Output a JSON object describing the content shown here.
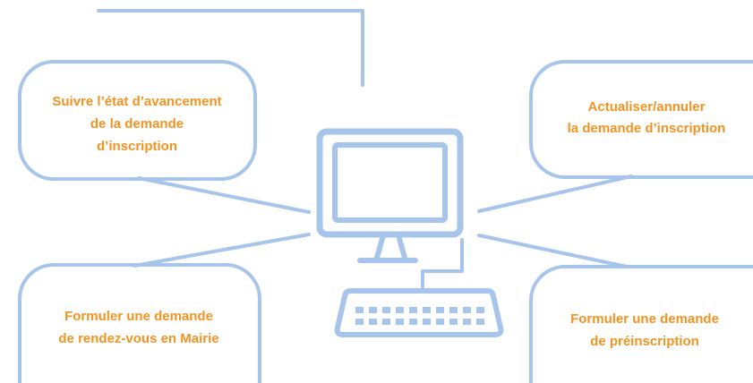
{
  "colors": {
    "line": "#a7c4ea",
    "text": "#f39322",
    "background": "#ffffff"
  },
  "icons": {
    "center": "desktop-computer-icon",
    "keyboard": "keyboard-icon"
  },
  "callouts": {
    "top_left": {
      "lines": [
        "Suivre l’état d’avancement",
        "de la demande",
        "d’inscription"
      ]
    },
    "top_right": {
      "lines": [
        "Actualiser/annuler",
        "la demande d’inscription"
      ]
    },
    "bottom_left": {
      "lines": [
        "Formuler une demande",
        "de rendez-vous en Mairie"
      ]
    },
    "bottom_right": {
      "lines": [
        "Formuler une demande",
        "de préinscription"
      ]
    }
  }
}
